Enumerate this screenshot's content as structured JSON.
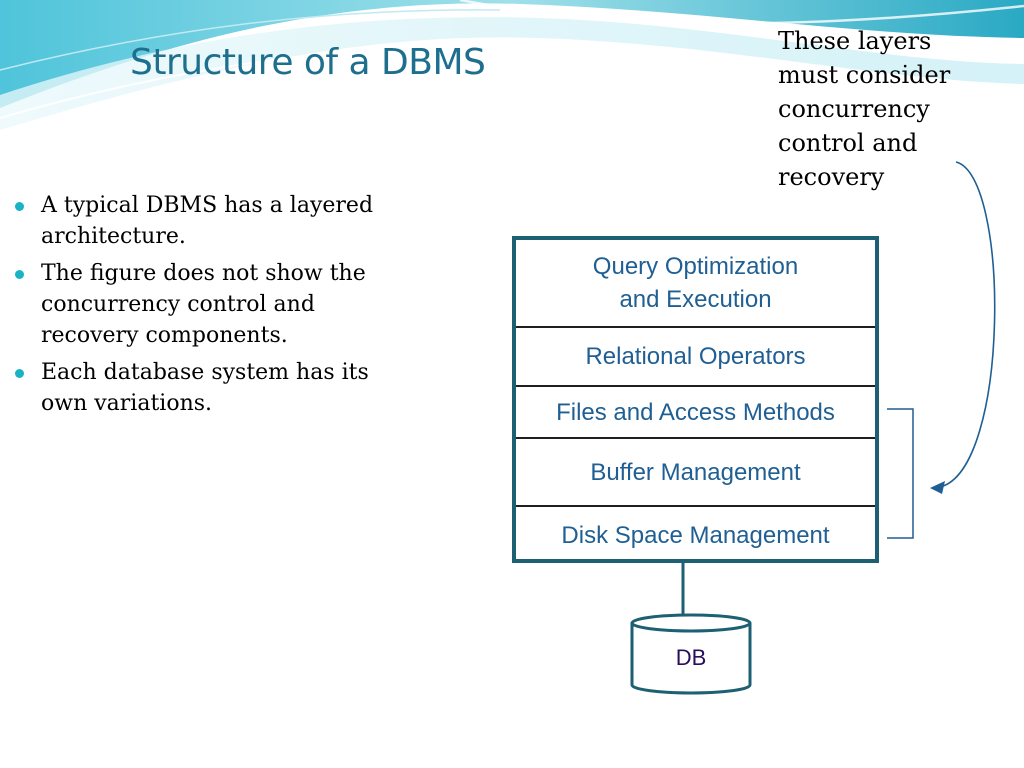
{
  "slide": {
    "title": "Structure of a DBMS",
    "accent_color": "#1e6f8e",
    "bullet_color": "#1ab3c6"
  },
  "bullets": [
    {
      "lines": [
        "A typical DBMS has a layered",
        "architecture."
      ]
    },
    {
      "lines": [
        "The figure does not show the",
        "concurrency control and",
        "recovery components."
      ]
    },
    {
      "lines": [
        "Each database system has its",
        "own variations."
      ]
    }
  ],
  "note": {
    "lines": [
      "These layers",
      "must consider",
      "concurrency",
      "control and",
      "recovery"
    ]
  },
  "diagram": {
    "layers": [
      {
        "lines": [
          "Query Optimization",
          "and Execution"
        ]
      },
      {
        "lines": [
          "Relational Operators"
        ]
      },
      {
        "lines": [
          "Files and Access Methods"
        ]
      },
      {
        "lines": [
          "Buffer Management"
        ]
      },
      {
        "lines": [
          "Disk Space Management"
        ]
      }
    ],
    "database_label": "DB",
    "box_border_color": "#1d5f73",
    "layer_text_color": "#1f5f93"
  }
}
